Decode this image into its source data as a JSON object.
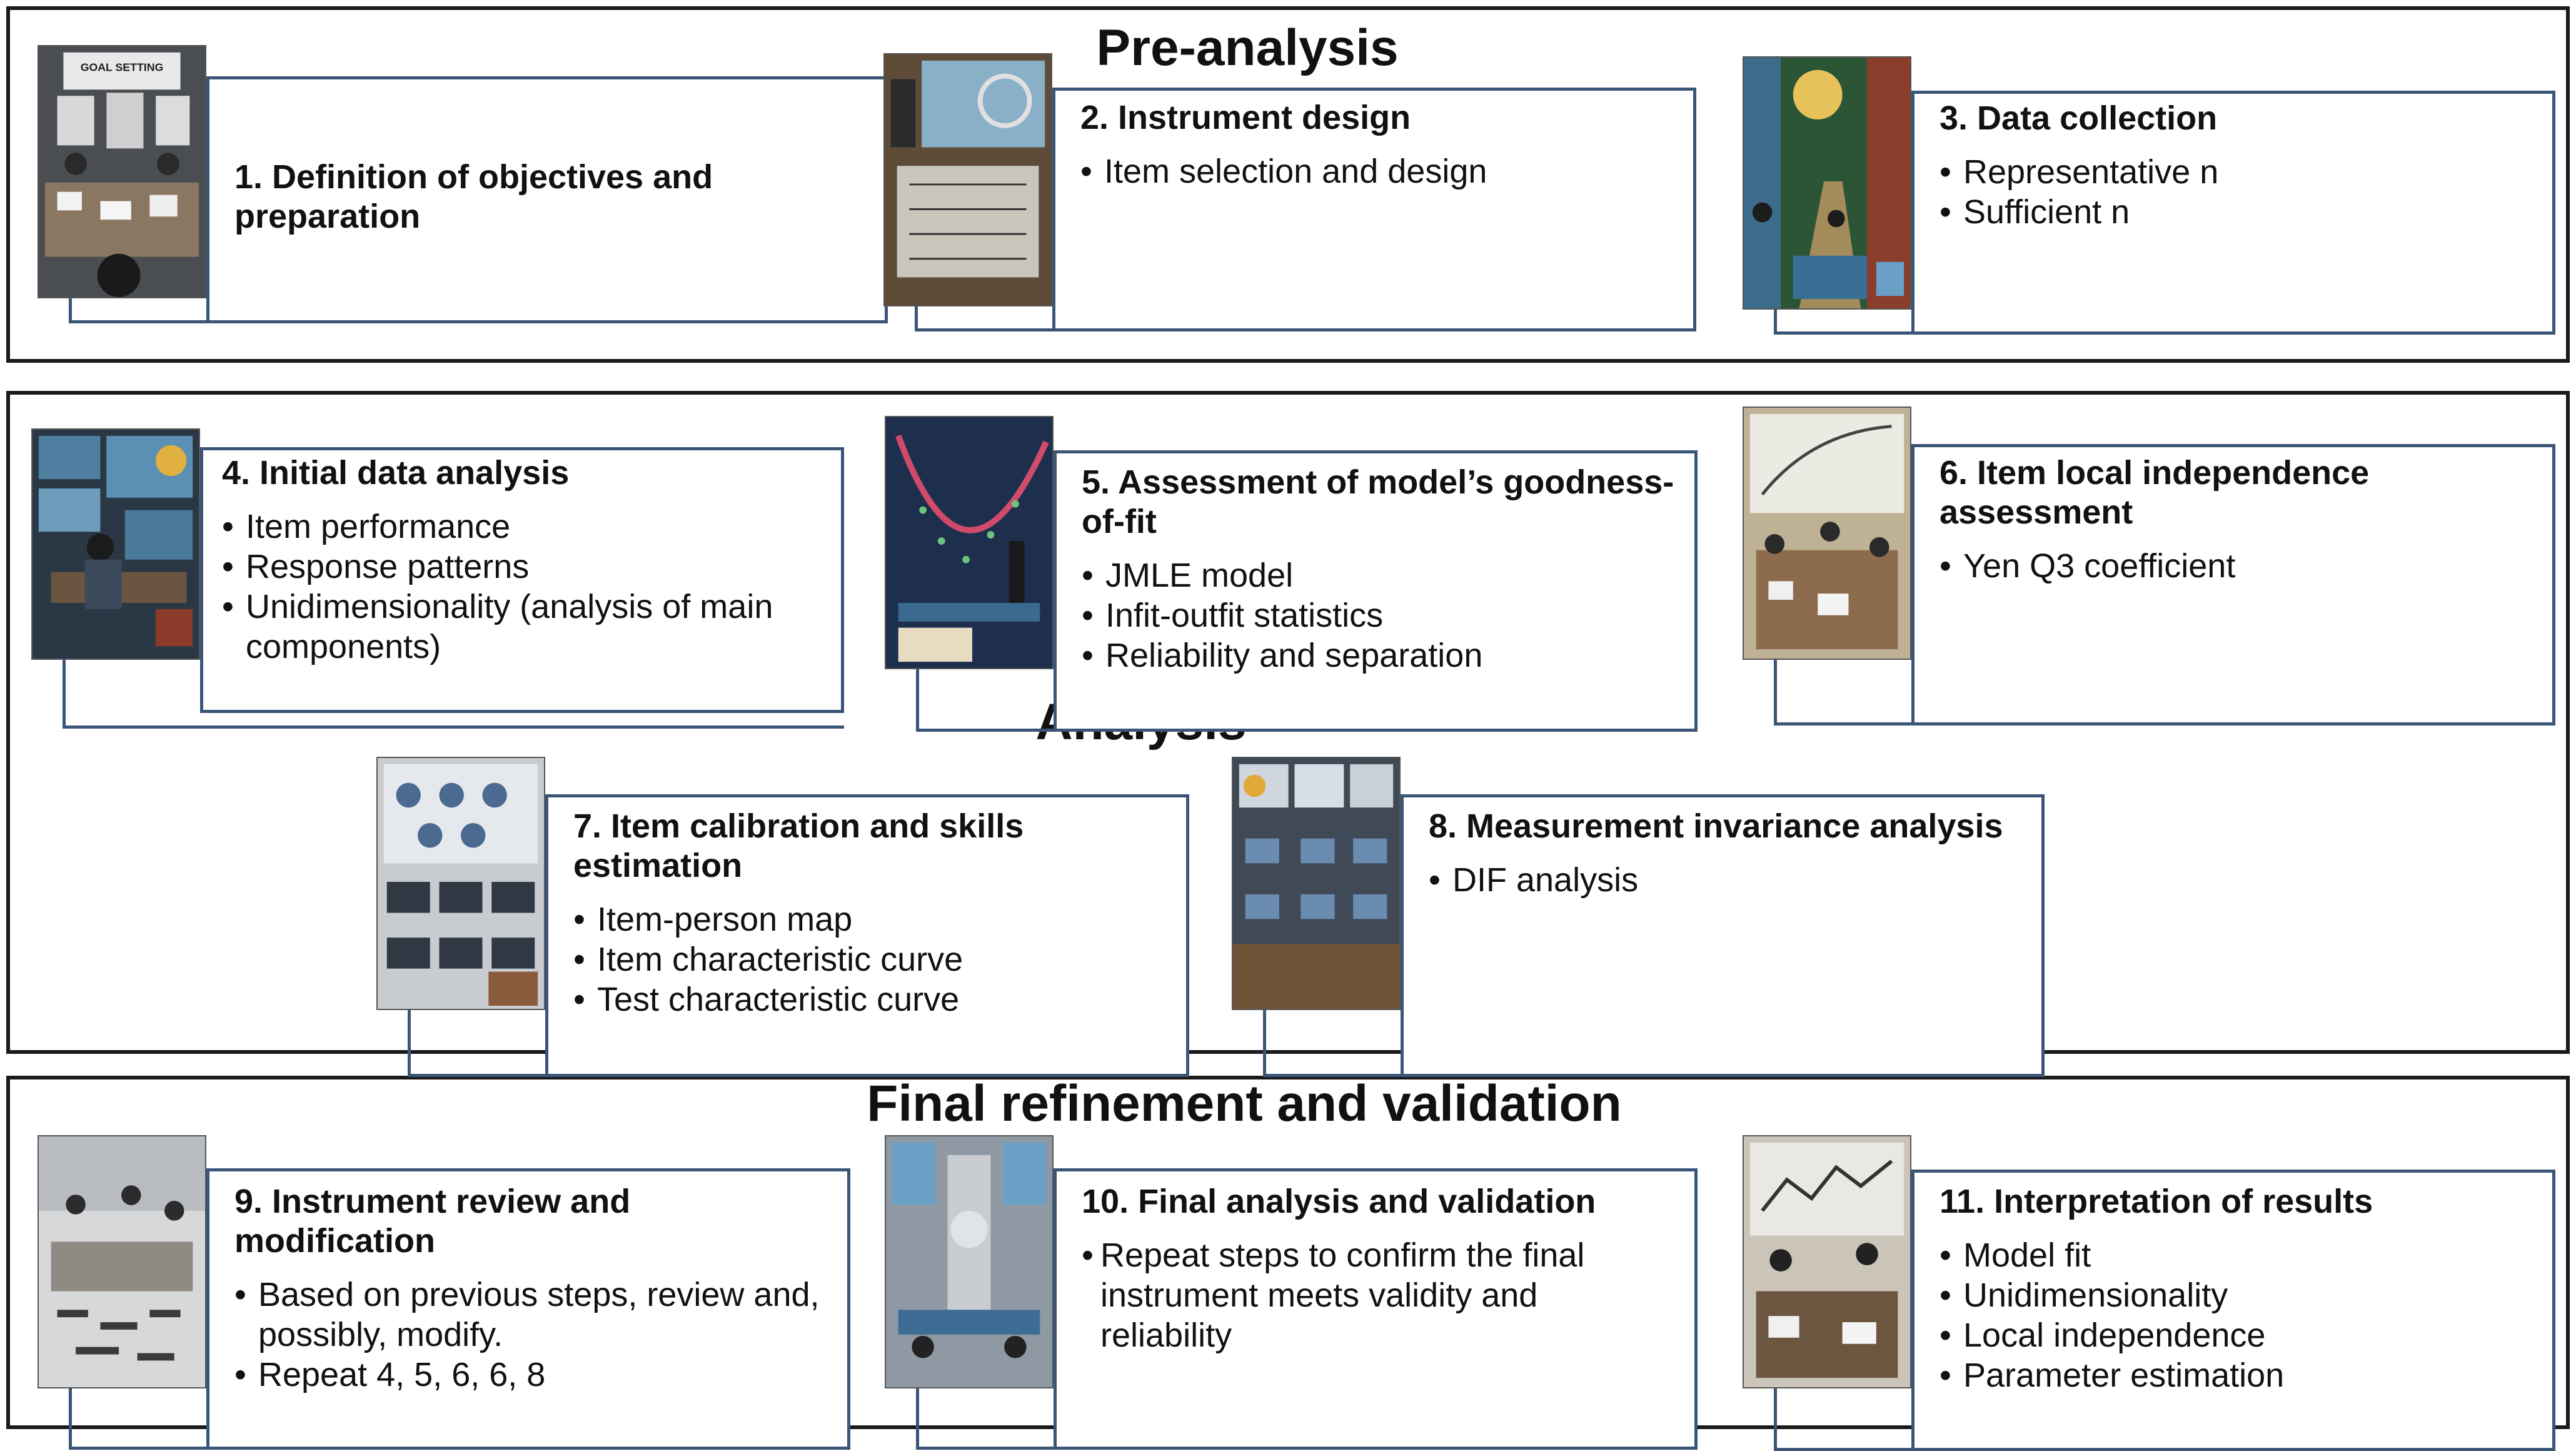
{
  "sections": {
    "pre_analysis": {
      "title": "Pre-analysis"
    },
    "analysis": {
      "title": "Analysis"
    },
    "final": {
      "title": "Final refinement and validation"
    }
  },
  "steps": [
    {
      "heading": "1. Definition of objectives and preparation",
      "bullets": [],
      "image_label": "GOAL SETTING"
    },
    {
      "heading": "2. Instrument design",
      "bullets": [
        "Item selection and design"
      ]
    },
    {
      "heading": "3. Data collection",
      "bullets": [
        "Representative n",
        "Sufficient n"
      ]
    },
    {
      "heading": "4. Initial data analysis",
      "bullets": [
        "Item performance",
        "Response patterns",
        "Unidimensionality (analysis of main components)"
      ]
    },
    {
      "heading": "5. Assessment of model’s goodness-of-fit",
      "bullets": [
        "JMLE model",
        "Infit-outfit statistics",
        "Reliability and separation"
      ]
    },
    {
      "heading": "6. Item local independence assessment",
      "bullets": [
        "Yen Q3 coefficient"
      ]
    },
    {
      "heading": "7. Item calibration and skills estimation",
      "bullets": [
        "Item-person map",
        "Item characteristic curve",
        "Test characteristic curve"
      ]
    },
    {
      "heading": "8. Measurement invariance analysis",
      "bullets": [
        "DIF analysis"
      ]
    },
    {
      "heading": "9. Instrument review and modification",
      "bullets": [
        "Based on previous steps, review and, possibly, modify.",
        "Repeat 4, 5, 6, 6, 8"
      ]
    },
    {
      "heading": "10. Final analysis and validation",
      "bullets": [
        "Repeat steps to confirm the final instrument meets validity and reliability"
      ]
    },
    {
      "heading": "11. Interpretation of results",
      "bullets": [
        "Model fit",
        "Unidimensionality",
        "Local independence",
        "Parameter estimation"
      ]
    }
  ],
  "colors": {
    "frame": "#3a5577",
    "section_border": "#1a1a1a"
  }
}
